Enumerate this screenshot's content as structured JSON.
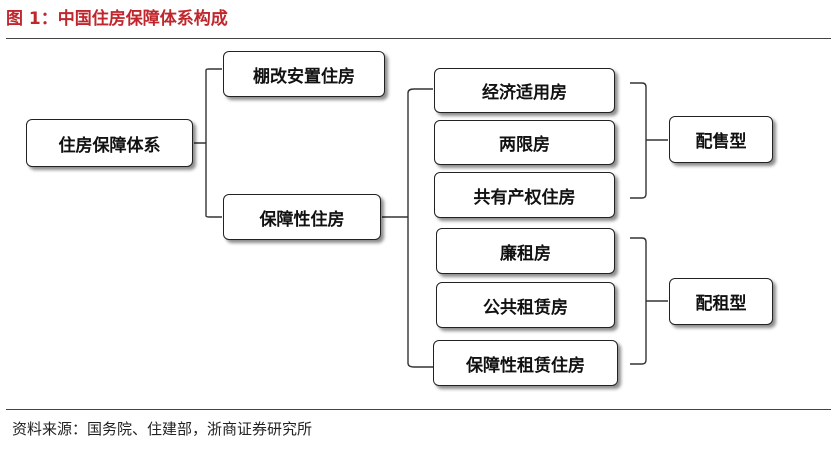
{
  "title": "图 1：中国住房保障体系构成",
  "source": "资料来源：国务院、住建部，浙商证券研究所",
  "diagram": {
    "root": "住房保障体系",
    "level1": [
      "棚改安置住房",
      "保障性住房"
    ],
    "level2": [
      "经济适用房",
      "两限房",
      "共有产权住房",
      "廉租房",
      "公共租赁房",
      "保障性租赁住房"
    ],
    "groups": [
      "配售型",
      "配租型"
    ]
  }
}
